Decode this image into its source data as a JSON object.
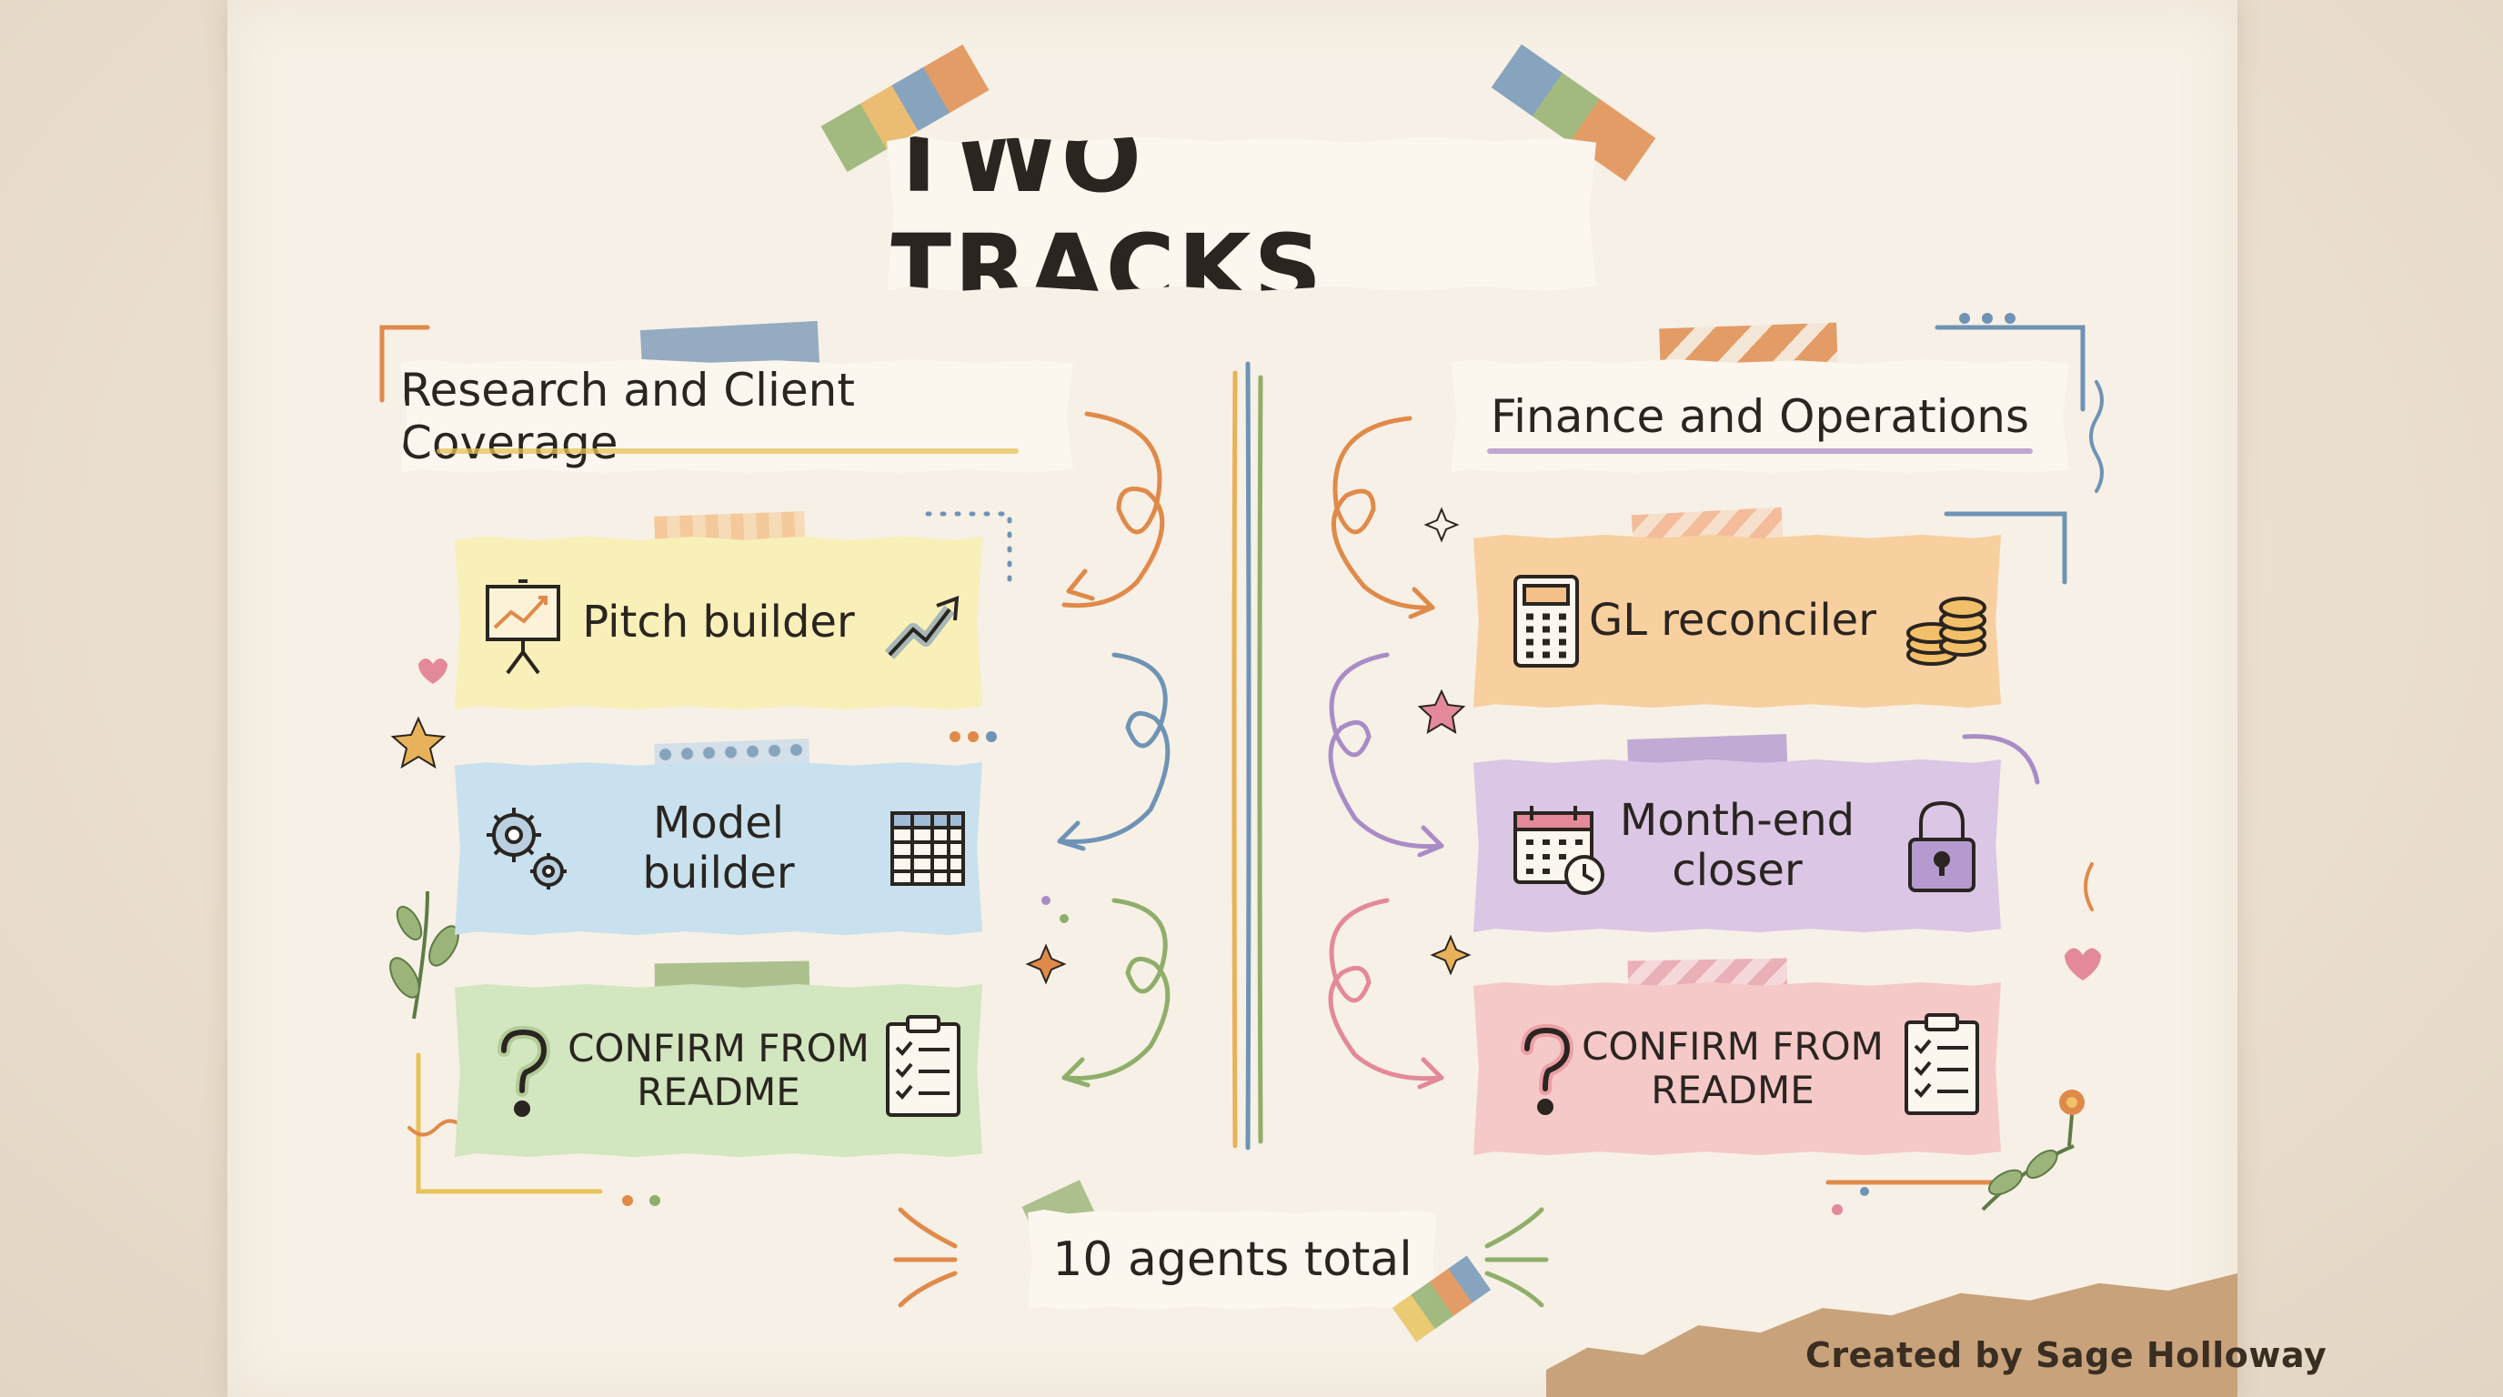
{
  "title": "TWO TRACKS",
  "tracks": [
    {
      "header": "Research and Client Coverage",
      "cards": [
        {
          "label": "Pitch builder",
          "icon_left": "presentation-board-icon",
          "icon_right": "trend-arrow-icon",
          "color": "#f9efb8"
        },
        {
          "label": "Model builder",
          "icon_left": "gears-icon",
          "icon_right": "spreadsheet-icon",
          "color": "#c9e1ee"
        },
        {
          "label": "CONFIRM FROM\nREADME",
          "icon_left": "question-mark-icon",
          "icon_right": "clipboard-checklist-icon",
          "color": "#d2e6bf"
        }
      ]
    },
    {
      "header": "Finance and Operations",
      "cards": [
        {
          "label": "GL reconciler",
          "icon_left": "calculator-icon",
          "icon_right": "coin-stack-icon",
          "color": "#f8cf9f"
        },
        {
          "label": "Month-end\ncloser",
          "icon_left": "calendar-clock-icon",
          "icon_right": "padlock-icon",
          "color": "#dbc6e6"
        },
        {
          "label": "CONFIRM FROM\nREADME",
          "icon_left": "question-mark-icon",
          "icon_right": "clipboard-checklist-icon",
          "color": "#f5c9c8"
        }
      ]
    }
  ],
  "footer": "10 agents total",
  "credit": "Created by Sage Holloway",
  "colors": {
    "ink": "#2a2520",
    "orange": "#e08a4a",
    "blue": "#6f93b5",
    "green": "#8fae6a",
    "purple": "#a98cc6",
    "pink": "#e3899a",
    "yellow": "#e8c25a"
  }
}
